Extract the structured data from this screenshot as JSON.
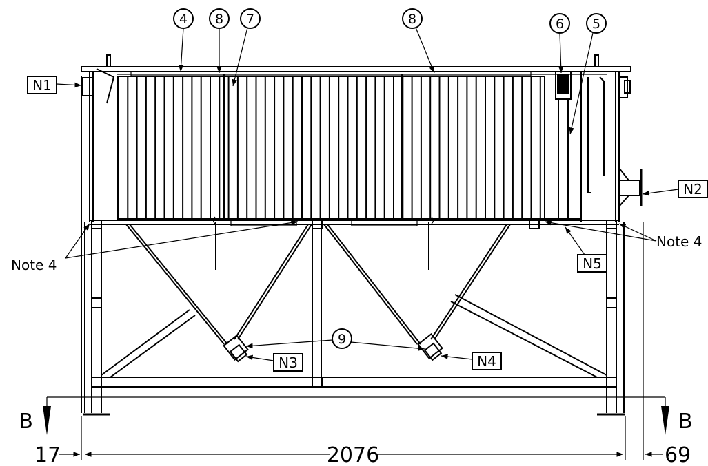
{
  "labels": {
    "n1": "N1",
    "n2": "N2",
    "n3": "N3",
    "n4": "N4",
    "n5": "N5",
    "note_left": "Note 4",
    "note_right": "Note 4",
    "section_left": "B",
    "section_right": "B"
  },
  "balloons": {
    "b4": "4",
    "b8a": "8",
    "b7": "7",
    "b8b": "8",
    "b6": "6",
    "b5": "5",
    "b9": "9"
  },
  "dimensions": {
    "left": "17",
    "main": "2076",
    "right": "69"
  }
}
